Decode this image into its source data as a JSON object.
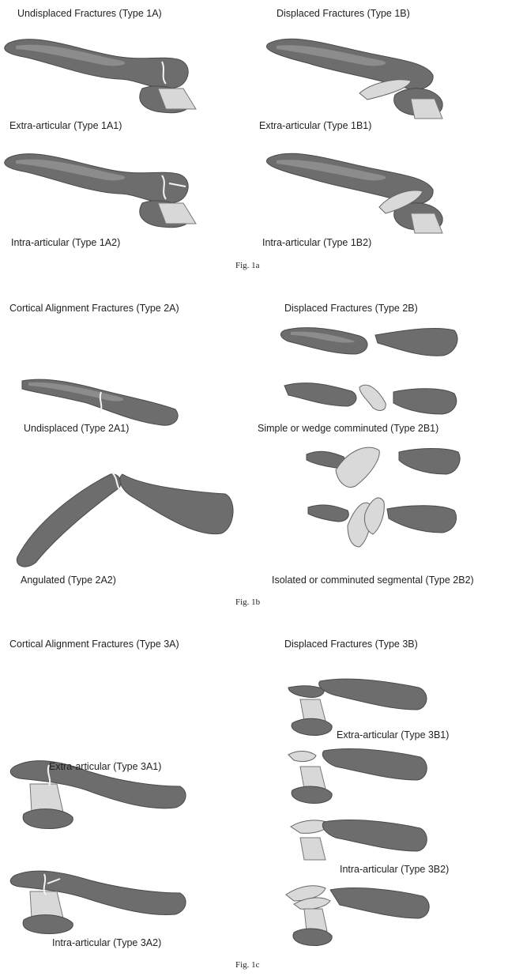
{
  "fig1a": {
    "header_left": "Undisplaced Fractures (Type 1A)",
    "header_right": "Displaced Fractures (Type 1B)",
    "labels": [
      "Extra-articular (Type 1A1)",
      "Extra-articular (Type 1B1)",
      "Intra-articular (Type 1A2)",
      "Intra-articular (Type 1B2)"
    ],
    "caption": "Fig. 1a"
  },
  "fig1b": {
    "header_left": "Cortical Alignment Fractures (Type 2A)",
    "header_right": "Displaced Fractures (Type 2B)",
    "labels": [
      "Undisplaced (Type 2A1)",
      "Simple or wedge comminuted (Type 2B1)",
      "Angulated (Type 2A2)",
      "Isolated or comminuted segmental (Type 2B2)"
    ],
    "caption": "Fig. 1b"
  },
  "fig1c": {
    "header_left": "Cortical Alignment Fractures (Type 3A)",
    "header_right": "Displaced Fractures (Type 3B)",
    "labels": [
      "Extra-articular (Type 3B1)",
      "Extra-articular (Type 3A1)",
      "Intra-articular (Type 3B2)",
      "Intra-articular (Type 3A2)"
    ],
    "caption": "Fig. 1c"
  }
}
